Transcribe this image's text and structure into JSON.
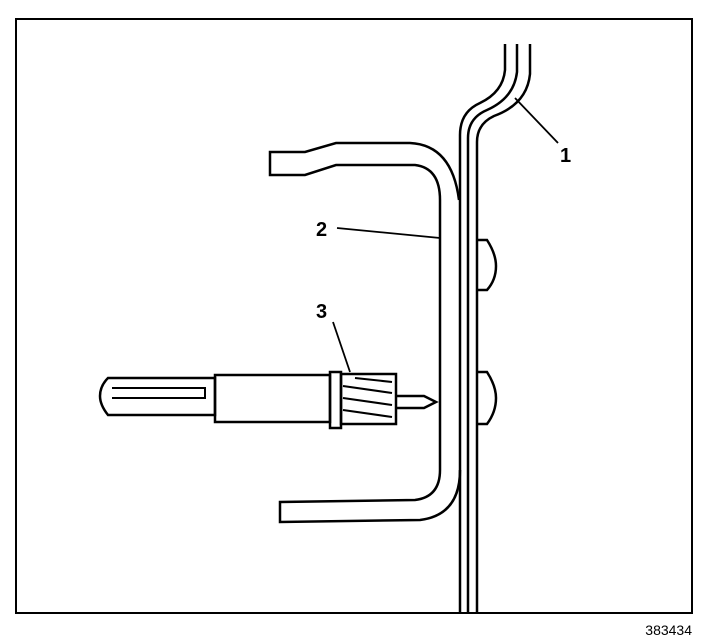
{
  "callouts": [
    {
      "number": "1"
    },
    {
      "number": "2"
    },
    {
      "number": "3"
    }
  ],
  "figure_id": "383434"
}
